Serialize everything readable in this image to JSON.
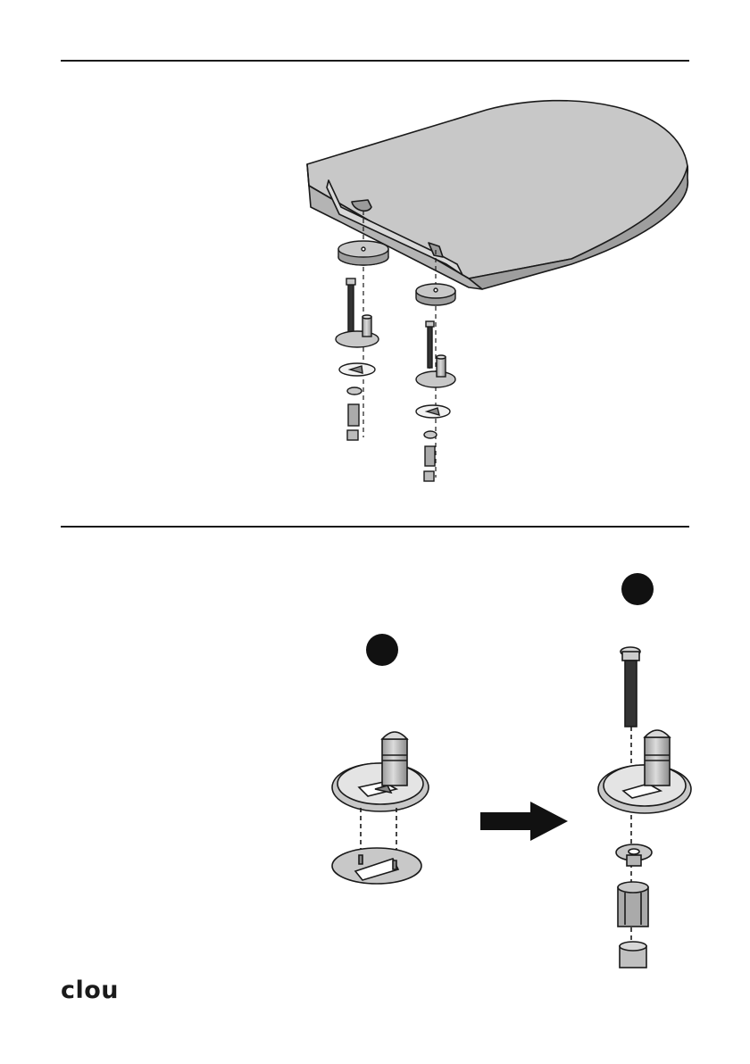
{
  "brand": {
    "logo_text": "clou"
  },
  "figure_top": {
    "description_icon": "toilet-seat-exploded-view"
  },
  "figure_bottom": {
    "step_markers": [
      "step-1-marker",
      "step-2-marker"
    ],
    "arrow_icon": "right-arrow-icon"
  },
  "colors": {
    "line": "#1a1a1a",
    "part_fill": "#c8c8c8",
    "part_fill_dark": "#8e8e8e",
    "marker": "#111111"
  }
}
